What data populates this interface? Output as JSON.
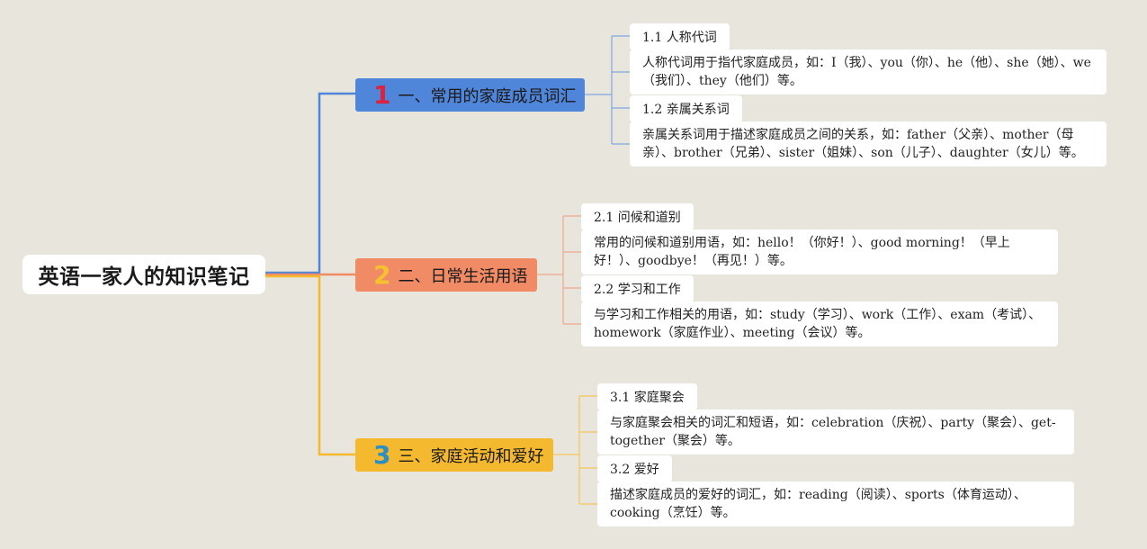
{
  "root": {
    "title": "英语一家人的知识笔记"
  },
  "colors": {
    "blue": "#4f86d9",
    "orange": "#f08b66",
    "yellow": "#f4b92f",
    "background": "#e8e5dd"
  },
  "branches": [
    {
      "number": "1",
      "label": "一、常用的家庭成员词汇",
      "items": [
        {
          "title": "1.1 人称代词",
          "desc": "人称代词用于指代家庭成员，如：I（我）、you（你）、he（他）、she（她）、we（我们）、they（他们）等。"
        },
        {
          "title": "1.2 亲属关系词",
          "desc": "亲属关系词用于描述家庭成员之间的关系，如：father（父亲）、mother（母亲）、brother（兄弟）、sister（姐妹）、son（儿子）、daughter（女儿）等。"
        }
      ]
    },
    {
      "number": "2",
      "label": "二、日常生活用语",
      "items": [
        {
          "title": "2.1 问候和道别",
          "desc": "常用的问候和道别用语，如：hello！（你好！）、good morning！（早上好！）、goodbye！（再见！）等。"
        },
        {
          "title": "2.2 学习和工作",
          "desc": "与学习和工作相关的用语，如：study（学习）、work（工作）、exam（考试）、homework（家庭作业）、meeting（会议）等。"
        }
      ]
    },
    {
      "number": "3",
      "label": "三、家庭活动和爱好",
      "items": [
        {
          "title": "3.1 家庭聚会",
          "desc": "与家庭聚会相关的词汇和短语，如：celebration（庆祝）、party（聚会）、get-together（聚会）等。"
        },
        {
          "title": "3.2 爱好",
          "desc": "描述家庭成员的爱好的词汇，如：reading（阅读）、sports（体育运动）、cooking（烹饪）等。"
        }
      ]
    }
  ]
}
